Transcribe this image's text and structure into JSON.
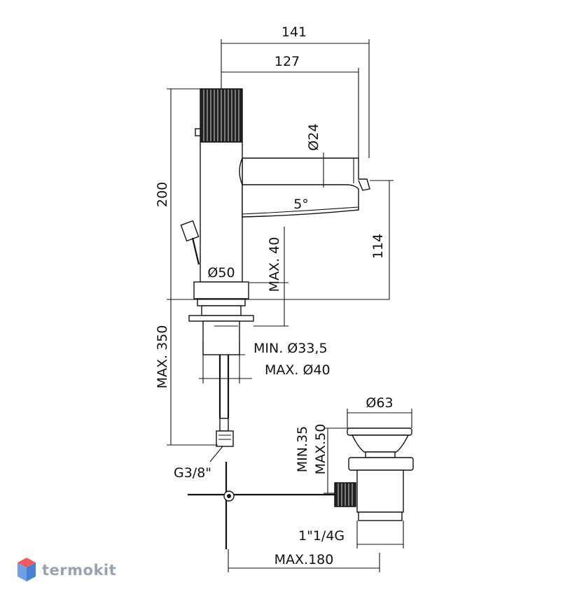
{
  "dimensions": {
    "width_total": "141",
    "width_spout": "127",
    "spout_diameter": "Ø24",
    "spout_angle": "5°",
    "height_total": "200",
    "height_spout": "114",
    "base_max": "MAX. 40",
    "base_diameter": "Ø50",
    "hole_min": "MIN. Ø33,5",
    "hole_max": "MAX. Ø40",
    "hose_max": "MAX. 350",
    "connector": "G3/8\"",
    "waste_diameter": "Ø63",
    "waste_min": "MIN.35",
    "waste_max": "MAX.50",
    "waste_thread": "1\"1/4G",
    "rod_max": "MAX.180"
  },
  "brand": {
    "name": "termokit",
    "colors": {
      "top": "#f05a5a",
      "left": "#6fa0e6",
      "right": "#4a7fd6"
    }
  }
}
